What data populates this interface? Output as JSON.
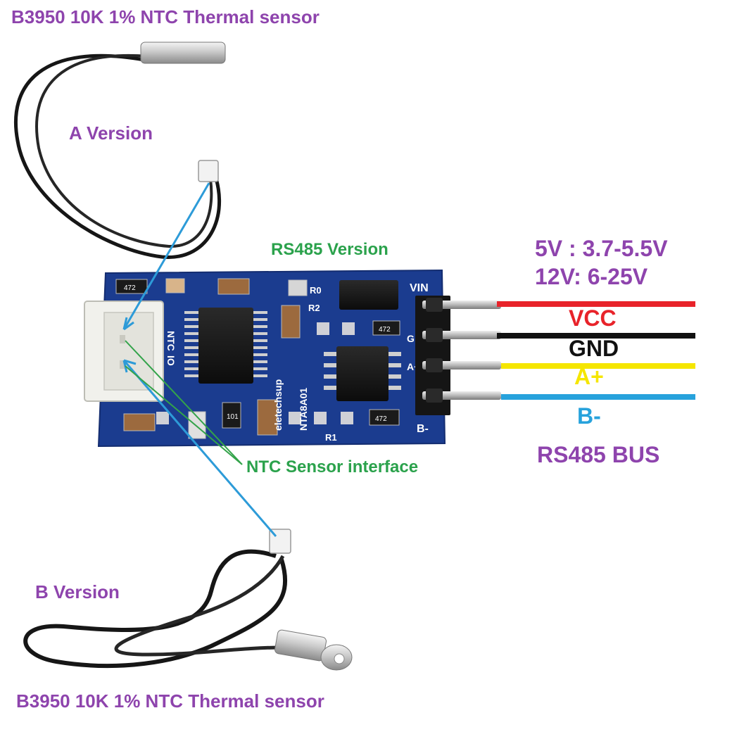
{
  "labels": {
    "top_sensor": "B3950 10K 1% NTC Thermal sensor",
    "a_version": "A Version",
    "rs485_version": "RS485 Version",
    "power_5v": "5V  : 3.7-5.5V",
    "power_12v": "12V: 6-25V",
    "vcc": "VCC",
    "gnd": "GND",
    "a_plus": "A+",
    "b_minus": "B-",
    "rs485_bus": "RS485 BUS",
    "ntc_interface": "NTC Sensor interface",
    "b_version": "B Version",
    "bottom_sensor": "B3950 10K 1% NTC Thermal sensor"
  },
  "board": {
    "silkscreen": {
      "vin": "VIN",
      "g": "G",
      "a": "A+",
      "b": "B-",
      "ntc": "NTC",
      "io": "IO",
      "brand": "eletechsup",
      "model": "NTA8A01",
      "r0": "R0",
      "r1": "R1",
      "r2": "R2",
      "res_code_1": "472",
      "res_code_2": "472",
      "res_code_3": "472",
      "res_code_4": "101"
    }
  },
  "colors": {
    "label_purple": "#8e44ad",
    "label_green": "#2ba24c",
    "vcc_wire": "#e8232a",
    "gnd_wire": "#111111",
    "a_wire": "#f5e600",
    "b_wire": "#27a2dc",
    "pcb": "#1b3c8f",
    "pointer_blue": "#2d9bd8",
    "pointer_green": "#33a34a"
  },
  "icons": [
    "ntc-probe-a-illustration",
    "ntc-probe-b-illustration",
    "pcb-module-illustration"
  ]
}
